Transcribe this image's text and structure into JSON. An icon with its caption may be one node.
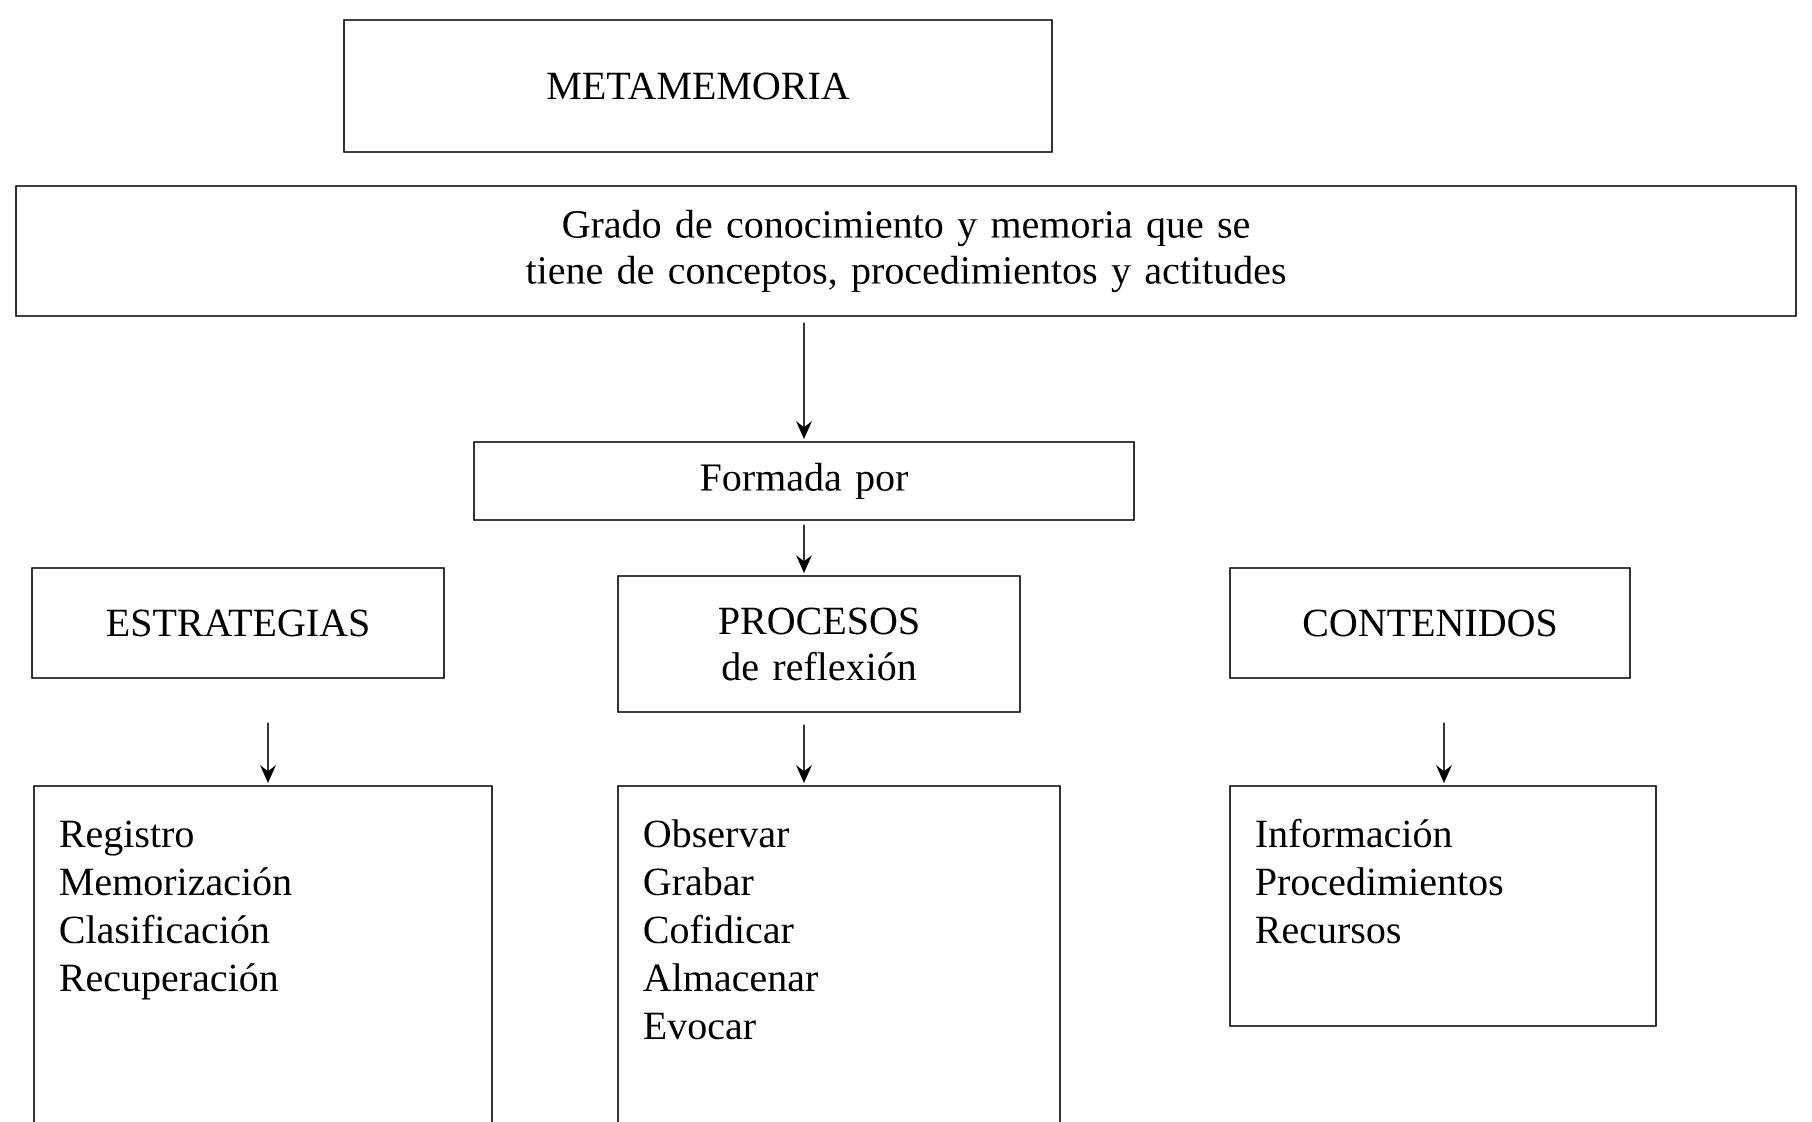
{
  "diagram": {
    "nodes": [
      {
        "text": [
          "METAMEMORIA"
        ]
      },
      {
        "text": [
          "Grado de conocimiento y memoria que se tiene de conceptos, procedimientos y actitudes"
        ]
      },
      {
        "text": [
          "Formada por"
        ]
      },
      {
        "text": [
          "ESTRATEGIAS"
        ]
      },
      {
        "text": [
          "PROCESOS de reflexión"
        ]
      },
      {
        "text": [
          "CONTENIDOS"
        ]
      },
      {
        "text": [
          "Registro",
          "Memorización",
          "Clasificación",
          "Recuperación"
        ]
      },
      {
        "text": [
          "Observar",
          "Grabar",
          "Cofidicar",
          "Almacenar",
          "Evocar"
        ]
      },
      {
        "text": [
          "Información",
          "Procedimientos",
          "Recursos"
        ]
      }
    ],
    "edges": [
      {
        "from": 1,
        "to": 2,
        "arrow": "to"
      },
      {
        "from": 2,
        "to": 4,
        "arrow": "to"
      },
      {
        "from": 3,
        "to": 6,
        "arrow": "to"
      },
      {
        "from": 4,
        "to": 7,
        "arrow": "to"
      },
      {
        "from": 5,
        "to": 8,
        "arrow": "to"
      }
    ]
  }
}
